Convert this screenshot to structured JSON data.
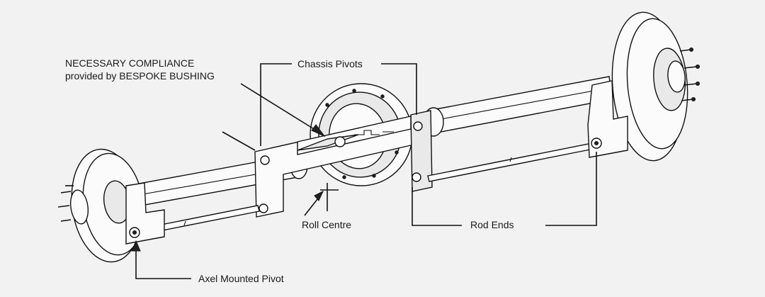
{
  "labels": {
    "compliance_line1": "NECESSARY COMPLIANCE",
    "compliance_line2": "provided by BESPOKE BUSHING",
    "chassis_pivots": "Chassis Pivots",
    "roll_centre": "Roll Centre",
    "rod_ends": "Rod Ends",
    "axel_mounted_pivot": "Axel Mounted Pivot"
  },
  "colors": {
    "background": "#f2f2f2",
    "ink": "#111111"
  }
}
